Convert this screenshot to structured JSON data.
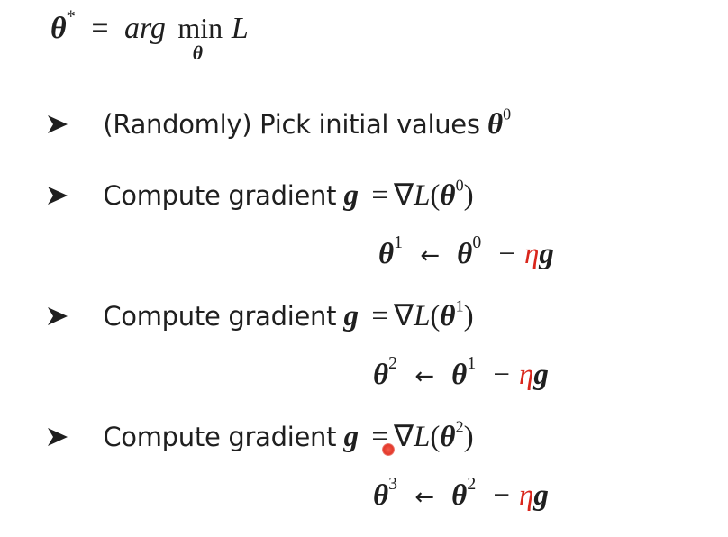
{
  "formula": {
    "lhs": "θ",
    "star": "*",
    "eq": "=",
    "arg": "arg",
    "min": "min",
    "sub": "θ",
    "L": "L"
  },
  "bullets": [
    {
      "text": "(Randomly) Pick initial values",
      "sym": "θ",
      "sup": "0"
    },
    {
      "text": "Compute gradient",
      "g": "g",
      "eq": "=",
      "nabla": "∇",
      "L": "L",
      "open": "(",
      "theta": "θ",
      "sup": "0",
      "close": ")"
    },
    {
      "text": "Compute gradient",
      "g": "g",
      "eq": "=",
      "nabla": "∇",
      "L": "L",
      "open": "(",
      "theta": "θ",
      "sup": "1",
      "close": ")"
    },
    {
      "text": "Compute gradient",
      "g": "g",
      "eq": "=",
      "nabla": "∇",
      "L": "L",
      "open": "(",
      "theta": "θ",
      "sup": "2",
      "close": ")"
    }
  ],
  "updates": [
    {
      "lhs": "θ",
      "lhs_sup": "1",
      "arrow": "←",
      "rhs": "θ",
      "rhs_sup": "0",
      "minus": "−",
      "eta": "η",
      "g": "g"
    },
    {
      "lhs": "θ",
      "lhs_sup": "2",
      "arrow": "←",
      "rhs": "θ",
      "rhs_sup": "1",
      "minus": "−",
      "eta": "η",
      "g": "g"
    },
    {
      "lhs": "θ",
      "lhs_sup": "3",
      "arrow": "←",
      "rhs": "θ",
      "rhs_sup": "2",
      "minus": "−",
      "eta": "η",
      "g": "g"
    }
  ],
  "colors": {
    "text": "#1f1f1f",
    "accent_red": "#d9261c"
  },
  "icons": {
    "bullet": "arrowhead-bullet-icon",
    "cursor": "laser-pointer-icon"
  }
}
